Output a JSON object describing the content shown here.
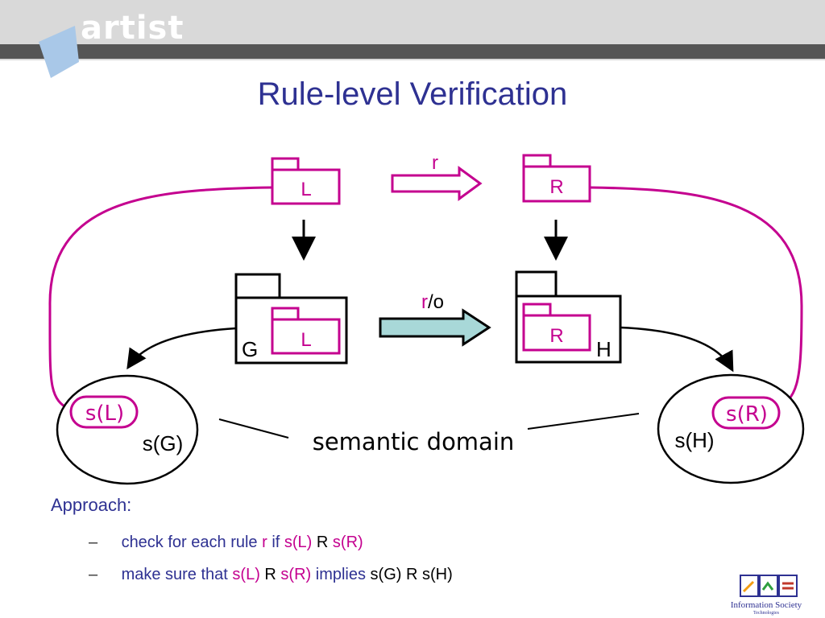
{
  "header": {
    "logo_text": "artist"
  },
  "title": "Rule-level Verification",
  "diagram": {
    "top_left_label": "L",
    "top_right_label": "R",
    "top_arrow_label": "r",
    "inner_left_label": "L",
    "inner_right_label": "R",
    "graph_left_label": "G",
    "graph_right_label": "H",
    "mid_arrow_label_r": "r",
    "mid_arrow_label_o": "/o",
    "sL": "s(L)",
    "sR": "s(R)",
    "sG": "s(G)",
    "sH": "s(H)",
    "semantic_domain": "semantic domain"
  },
  "approach": {
    "heading": "Approach:",
    "dash": "–",
    "bullet1": {
      "t1": "check for each rule ",
      "t2": "r",
      "t3": " if ",
      "t4": "s(L)",
      "t5": " R ",
      "t6": "s(R)"
    },
    "bullet2": {
      "t1": "make sure that ",
      "t2": "s(L)",
      "t3": " R ",
      "t4": "s(R)",
      "t5": " implies ",
      "t6": "s(G) R s(H)"
    }
  },
  "footer": {
    "logo_line1": "Information Society",
    "logo_line2": "Technologies"
  },
  "colors": {
    "title": "#2e3192",
    "accent": "#c4008f",
    "arrow_fill": "#a8d8d8"
  }
}
